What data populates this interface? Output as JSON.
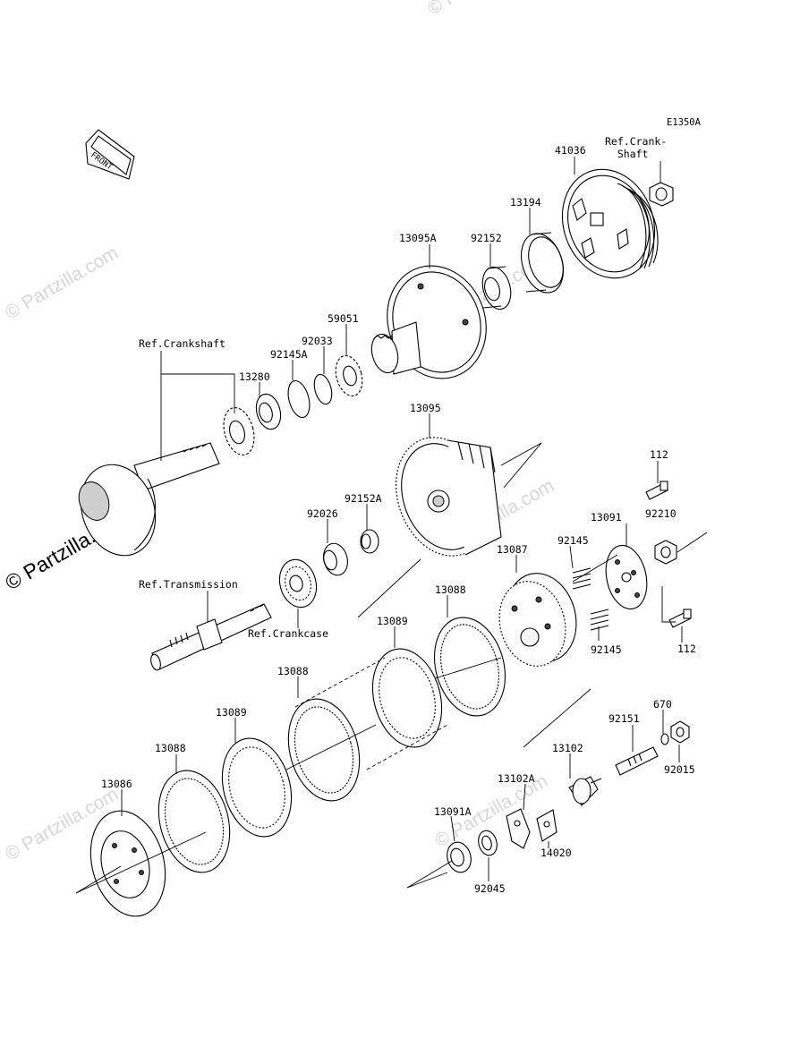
{
  "diagram": {
    "code": "E1350A",
    "front_label": "FRONT",
    "watermark": "© Partzilla.com",
    "watermark_main": "© Partzilla.com",
    "labels": {
      "p41036": "41036",
      "ref_crank_shaft": "Ref.Crank-\n  Shaft",
      "p13194": "13194",
      "p13095A": "13095A",
      "p92152": "92152",
      "p59051": "59051",
      "p92033": "92033",
      "ref_crankshaft": "Ref.Crankshaft",
      "p92145A": "92145A",
      "p13280": "13280",
      "p13095": "13095",
      "p112_top": "112",
      "p92152A": "92152A",
      "p92026": "92026",
      "p13091": "13091",
      "p92210": "92210",
      "p92145_top": "92145",
      "p13087": "13087",
      "ref_transmission": "Ref.Transmission",
      "p13088_a": "13088",
      "ref_crankcase": "Ref.Crankcase",
      "p92145_bottom": "92145",
      "p112_bottom": "112",
      "p13089_a": "13089",
      "p13088_b": "13088",
      "p13089_b": "13089",
      "p670": "670",
      "p92151": "92151",
      "p13102": "13102",
      "p92015": "92015",
      "p13088_c": "13088",
      "p13102A": "13102A",
      "p13086": "13086",
      "p13091A": "13091A",
      "p14020": "14020",
      "p92045": "92045"
    }
  }
}
